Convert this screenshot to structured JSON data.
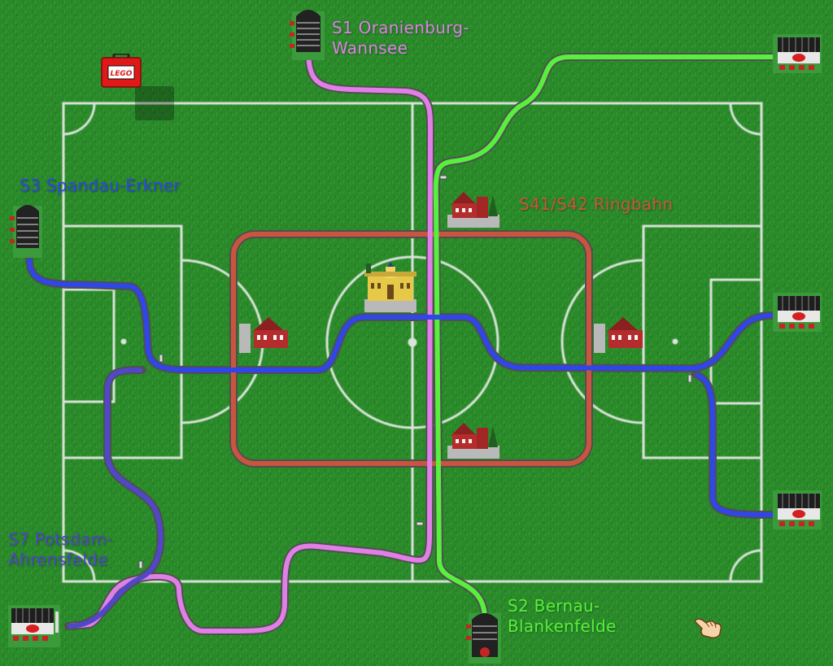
{
  "lines": [
    {
      "id": "s1",
      "name": "S1 Oranienburg-\nWannsee",
      "color": "#e07fe6"
    },
    {
      "id": "s2",
      "name": "S2 Bernau-\nBlankenfelde",
      "color": "#57f03c"
    },
    {
      "id": "s3",
      "name": "S3 Spandau-Erkner",
      "color": "#2f46e8"
    },
    {
      "id": "s7",
      "name": "S7 Potsdam-\nAhrensfelde",
      "color": "#5048c8"
    },
    {
      "id": "ring",
      "name": "S41/S42 Ringbahn",
      "color": "#c9553e"
    }
  ],
  "toolbox": {
    "brand": "LEGO",
    "brand_color": "#e11818"
  },
  "icons": [
    "lego-suitcase-icon",
    "hand-cursor-icon",
    "tunnel-portal-icon",
    "train-depot-icon",
    "station-house-icon",
    "central-station-icon"
  ],
  "colors": {
    "grass": "#2a8a2a",
    "field_lines": "#f2f2f2",
    "track": "#606060"
  }
}
